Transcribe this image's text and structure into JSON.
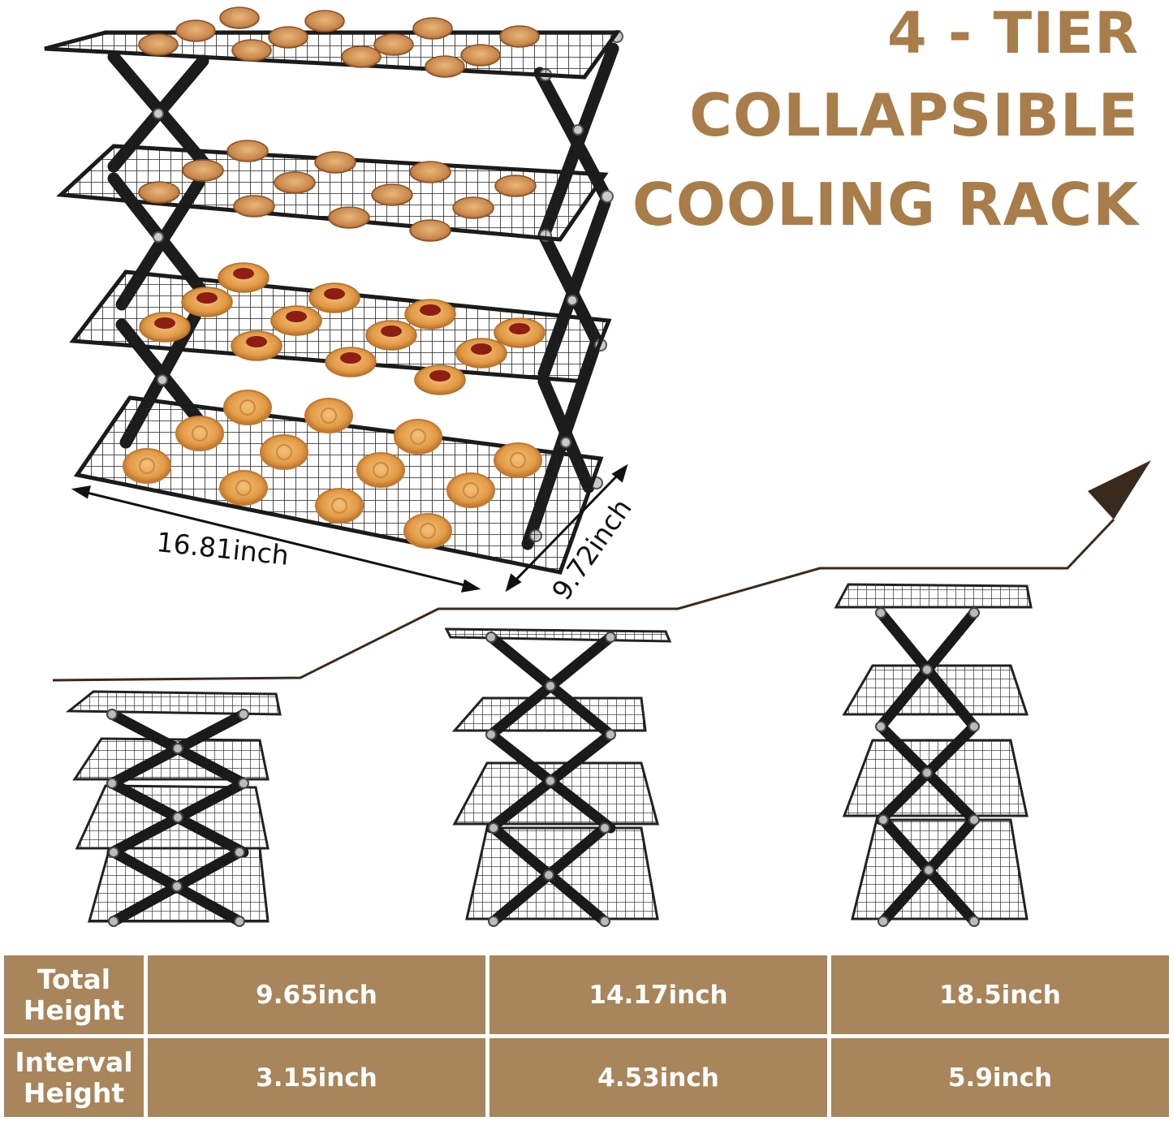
{
  "title": {
    "line1": "4 - TIER",
    "line2": "COLLAPSIBLE",
    "line3": "COOLING RACK"
  },
  "dimensions": {
    "width": "16.81inch",
    "depth": "9.72inch"
  },
  "specs": {
    "row1": {
      "label_line1": "Total",
      "label_line2": "Height",
      "values": [
        "9.65inch",
        "14.17inch",
        "18.5inch"
      ]
    },
    "row2": {
      "label_line1": "Interval",
      "label_line2": "Height",
      "values": [
        "3.15inch",
        "4.53inch",
        "5.9inch"
      ]
    }
  },
  "colors": {
    "accent": "#a87d4a",
    "table_bg": "#a8855a",
    "rack": "#1b1b1b",
    "arrow": "#3a2a1d"
  }
}
